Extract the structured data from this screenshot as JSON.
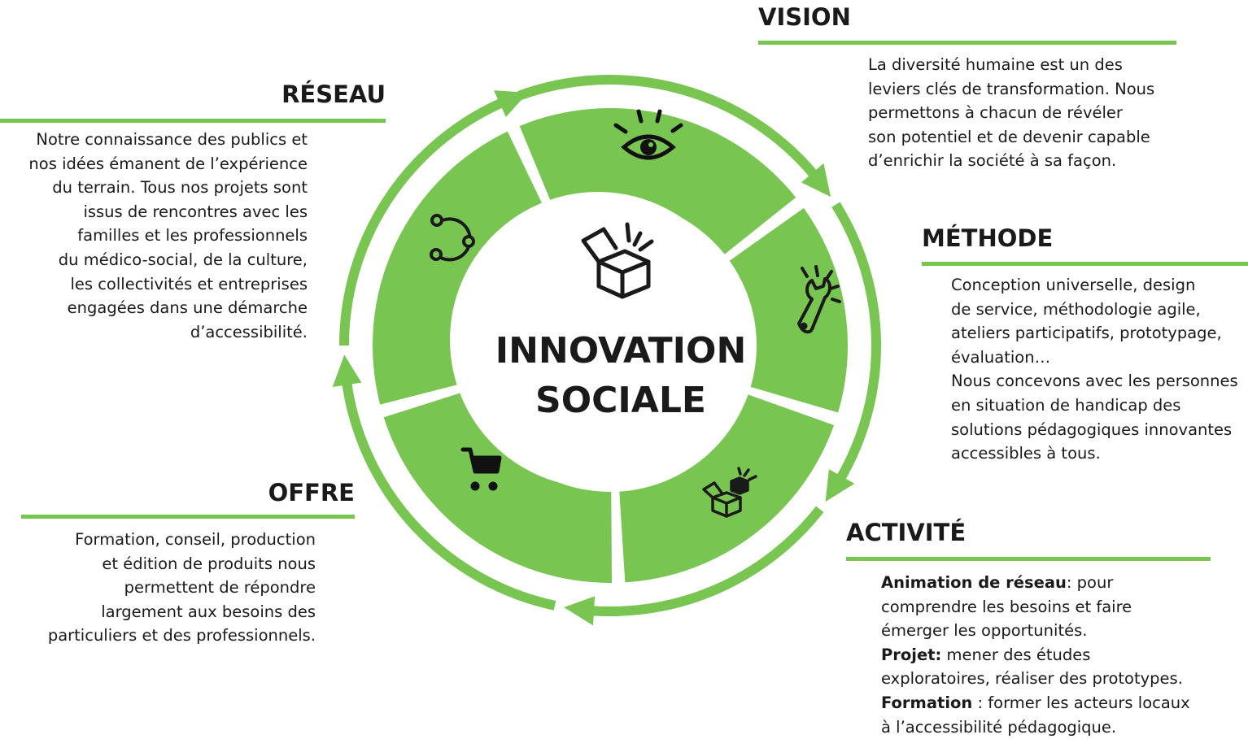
{
  "center": {
    "line1": "INNOVATION",
    "line2": "SOCIALE"
  },
  "colors": {
    "accent": "#78c552",
    "text": "#1a1a1a",
    "background": "#ffffff"
  },
  "segments": [
    {
      "name": "VISION",
      "icon": "eye-icon"
    },
    {
      "name": "MÉTHODE",
      "icon": "wrench-icon"
    },
    {
      "name": "ACTIVITÉ",
      "icon": "boxes-icon"
    },
    {
      "name": "OFFRE",
      "icon": "cart-icon"
    },
    {
      "name": "RÉSEAU",
      "icon": "network-icon"
    }
  ],
  "vision": {
    "title": "VISION",
    "lines": [
      "La diversité humaine est un des",
      "leviers clés de transformation. Nous",
      "permettons à chacun de révéler",
      "son potentiel et de devenir capable",
      "d’enrichir la société à sa façon."
    ]
  },
  "methode": {
    "title": "MÉTHODE",
    "lines": [
      "Conception universelle, design",
      "de service, méthodologie agile,",
      "ateliers participatifs, prototypage,",
      "évaluation…",
      "Nous concevons avec les personnes",
      "en situation de handicap des",
      "solutions pédagogiques innovantes",
      "accessibles à tous."
    ]
  },
  "activite": {
    "title": "ACTIVITÉ",
    "items": [
      {
        "label": "Animation de réseau",
        "text": ": pour"
      },
      {
        "label": "",
        "text": "comprendre les besoins et faire"
      },
      {
        "label": "",
        "text": "émerger les opportunités."
      },
      {
        "label": "Projet:",
        "text": " mener des études"
      },
      {
        "label": "",
        "text": "exploratoires, réaliser des prototypes."
      },
      {
        "label": "Formation",
        "text": " : former les acteurs locaux"
      },
      {
        "label": "",
        "text": "à l’accessibilité pédagogique."
      }
    ]
  },
  "offre": {
    "title": "OFFRE",
    "lines": [
      "Formation, conseil, production",
      "et édition de produits nous",
      "permettent de répondre",
      "largement aux besoins des",
      "particuliers et des professionnels."
    ]
  },
  "reseau": {
    "title": "RÉSEAU",
    "lines": [
      "Notre connaissance des publics et",
      "nos idées émanent de l’expérience",
      "du terrain. Tous nos projets sont",
      "issus de rencontres avec les",
      "familles et les professionnels",
      "du médico-social, de la culture,",
      "les collectivités et entreprises",
      "engagées dans une démarche",
      "d’accessibilité."
    ]
  }
}
